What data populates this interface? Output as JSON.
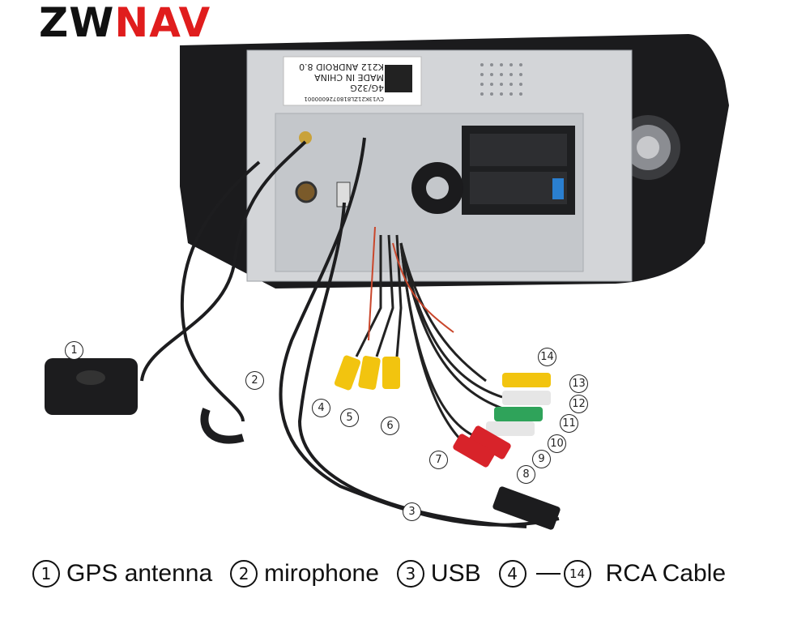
{
  "logo": {
    "part1": "ZW",
    "part2": "NAV"
  },
  "label_sticker": {
    "model": "K212 ANDROID 8.0",
    "origin": "MADE IN CHINA",
    "storage": "4G/32G",
    "serial": "CV13K21ZL8180726000001"
  },
  "callouts": [
    "1",
    "2",
    "3",
    "4",
    "5",
    "6",
    "7",
    "8",
    "9",
    "10",
    "11",
    "12",
    "13",
    "14"
  ],
  "caption": {
    "items": [
      {
        "num": "1",
        "label": "GPS antenna"
      },
      {
        "num": "2",
        "label": "mirophone"
      },
      {
        "num": "3",
        "label": "USB"
      }
    ],
    "range_start": "4",
    "range_end": "14",
    "range_label": "RCA Cable"
  },
  "colors": {
    "logo_accent": "#e01d1d",
    "frame": "#1b1b1d",
    "chassis": "#d3d5d8"
  }
}
